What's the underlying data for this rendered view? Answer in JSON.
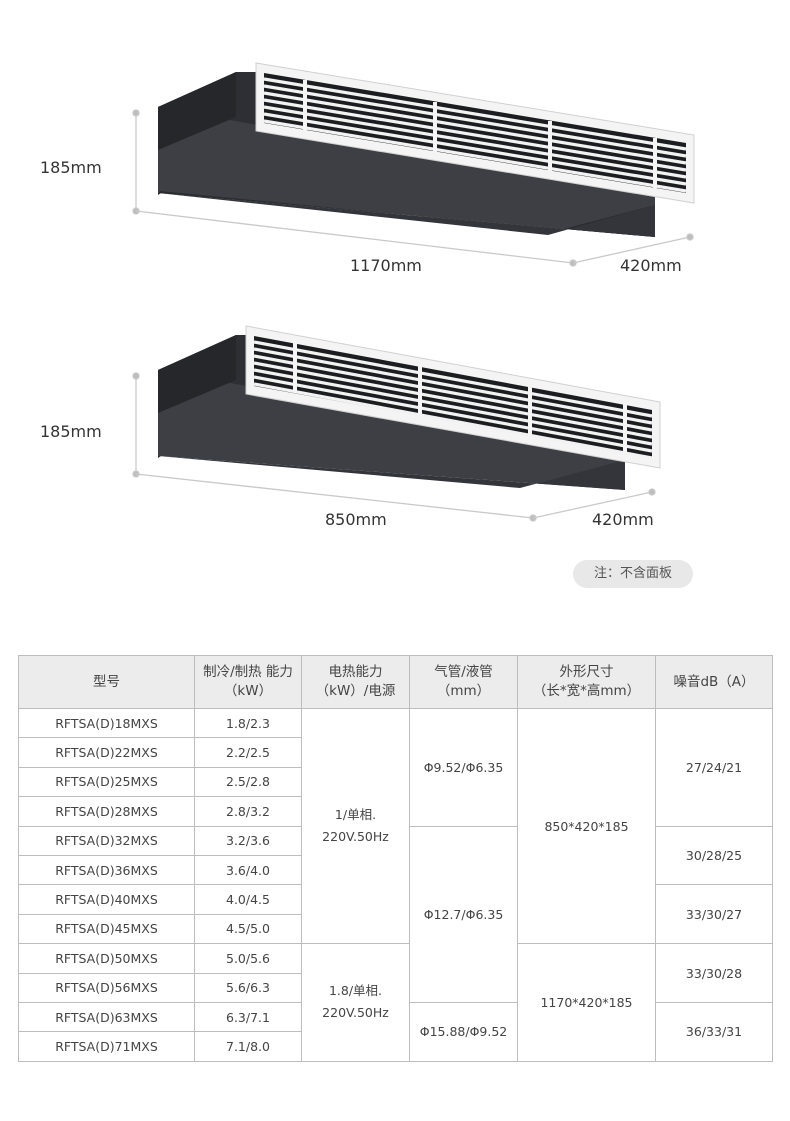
{
  "units": [
    {
      "height_label": "185mm",
      "length_label": "1170mm",
      "depth_label": "420mm"
    },
    {
      "height_label": "185mm",
      "length_label": "850mm",
      "depth_label": "420mm"
    }
  ],
  "note": "注：不含面板",
  "table": {
    "headers": [
      {
        "line1": "型号",
        "line2": ""
      },
      {
        "line1": "制冷/制热 能力",
        "line2": "（kW）"
      },
      {
        "line1": "电热能力",
        "line2": "（kW）/电源"
      },
      {
        "line1": "气管/液管",
        "line2": "（mm）"
      },
      {
        "line1": "外形尺寸",
        "line2": "（长*宽*高mm）"
      },
      {
        "line1": "噪音dB（A）",
        "line2": ""
      }
    ],
    "rows": [
      {
        "model": "RFTSA(D)18MXS",
        "capacity": "1.8/2.3"
      },
      {
        "model": "RFTSA(D)22MXS",
        "capacity": "2.2/2.5"
      },
      {
        "model": "RFTSA(D)25MXS",
        "capacity": "2.5/2.8"
      },
      {
        "model": "RFTSA(D)28MXS",
        "capacity": "2.8/3.2"
      },
      {
        "model": "RFTSA(D)32MXS",
        "capacity": "3.2/3.6"
      },
      {
        "model": "RFTSA(D)36MXS",
        "capacity": "3.6/4.0"
      },
      {
        "model": "RFTSA(D)40MXS",
        "capacity": "4.0/4.5"
      },
      {
        "model": "RFTSA(D)45MXS",
        "capacity": "4.5/5.0"
      },
      {
        "model": "RFTSA(D)50MXS",
        "capacity": "5.0/5.6"
      },
      {
        "model": "RFTSA(D)56MXS",
        "capacity": "5.6/6.3"
      },
      {
        "model": "RFTSA(D)63MXS",
        "capacity": "6.3/7.1"
      },
      {
        "model": "RFTSA(D)71MXS",
        "capacity": "7.1/8.0"
      }
    ],
    "heater": [
      {
        "line1": "1/单相.",
        "line2": "220V.50Hz"
      },
      {
        "line1": "1.8/单相.",
        "line2": "220V.50Hz"
      }
    ],
    "pipes": [
      "Φ9.52/Φ6.35",
      "Φ12.7/Φ6.35",
      "Φ15.88/Φ9.52"
    ],
    "dimensions": [
      "850*420*185",
      "1170*420*185"
    ],
    "noise": [
      "27/24/21",
      "30/28/25",
      "33/30/27",
      "33/30/28",
      "36/33/31"
    ]
  }
}
